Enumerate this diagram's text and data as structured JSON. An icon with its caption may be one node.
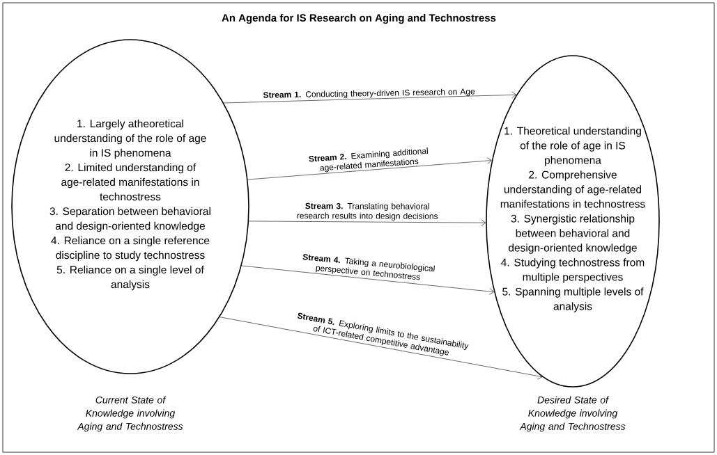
{
  "diagram": {
    "title": "An Agenda for IS Research on Aging and Technostress",
    "nodes": [
      {
        "text": [
          "1. Largely atheoretical understanding of the role of age in IS phenomena",
          "2. Limited understanding of age-related manifestations in technostress",
          "3. Separation between behavioral and design-oriented knowledge",
          "4. Reliance on a single reference discipline to study technostress",
          "5. Reliance on a single level of analysis"
        ],
        "beside": [
          "Current State of Knowledge involving Aging and Technostress"
        ]
      },
      {
        "text": [
          "1. Theoretical understanding of the role of age in IS phenomena",
          "2. Comprehensive understanding of age-related manifestations in technostress",
          "3. Synergistic relationship between behavioral and design-oriented knowledge",
          "4. Studying technostress from multiple perspectives",
          "5. Spanning multiple levels of analysis"
        ],
        "beside": [
          "Desired State of Knowledge involving Aging and Technostress"
        ]
      }
    ],
    "edges": [
      {
        "from": 0,
        "to": 1,
        "arrow": "to",
        "label": "**Stream 1.** Conducting theory-driven IS research on Age"
      },
      {
        "from": 0,
        "to": 1,
        "arrow": "to",
        "label": "**Stream 2.** Examining additional age-related manifestations"
      },
      {
        "from": 0,
        "to": 1,
        "arrow": "to",
        "label": "**Stream 3.** Translating behavioral research results into design decisions"
      },
      {
        "from": 0,
        "to": 1,
        "arrow": "to",
        "label": "**Stream 4.** Taking a neurobiological perspective on technostress"
      },
      {
        "from": 0,
        "to": 1,
        "arrow": "to",
        "label": "**Stream 5.** Exploring limits to the sustainability of ICT-related competitive advantage"
      }
    ]
  }
}
